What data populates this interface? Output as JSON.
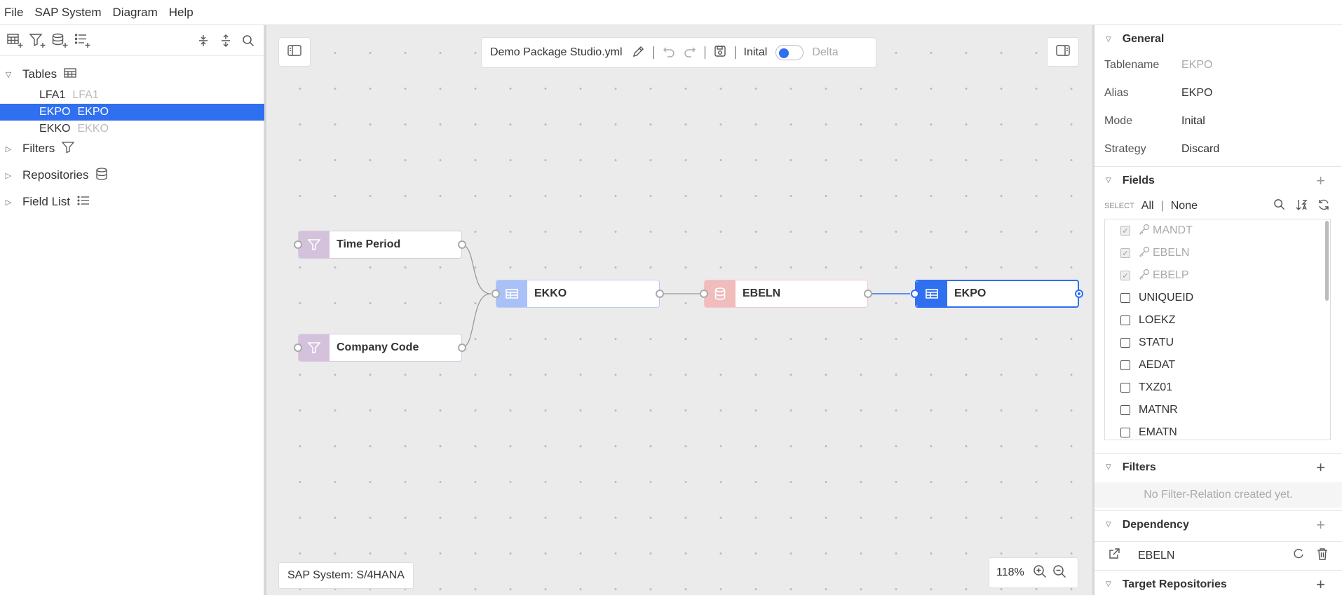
{
  "menu": [
    "File",
    "SAP System",
    "Diagram",
    "Help"
  ],
  "tree": {
    "tables_label": "Tables",
    "tables": [
      {
        "name": "LFA1",
        "alias": "LFA1",
        "selected": false
      },
      {
        "name": "EKPO",
        "alias": "EKPO",
        "selected": true
      },
      {
        "name": "EKKO",
        "alias": "EKKO",
        "selected": false
      }
    ],
    "filters_label": "Filters",
    "repositories_label": "Repositories",
    "field_list_label": "Field List"
  },
  "toolbar": {
    "filename": "Demo Package Studio.yml",
    "mode_initial": "Inital",
    "mode_delta": "Delta"
  },
  "nodes": {
    "time_period": "Time Period",
    "company_code": "Company Code",
    "ekko": "EKKO",
    "ebeln": "EBELN",
    "ekpo": "EKPO"
  },
  "status": {
    "sap_system": "SAP System: S/4HANA",
    "zoom": "118%"
  },
  "properties": {
    "general_label": "General",
    "rows": [
      {
        "key": "Tablename",
        "value": "EKPO"
      },
      {
        "key": "Alias",
        "value": "EKPO"
      },
      {
        "key": "Mode",
        "value": "Inital"
      },
      {
        "key": "Strategy",
        "value": "Discard"
      }
    ],
    "fields_label": "Fields",
    "select_label": "SELECT",
    "select_all": "All",
    "select_sep": "|",
    "select_none": "None",
    "fields": [
      {
        "name": "MANDT",
        "key": true,
        "checked": true
      },
      {
        "name": "EBELN",
        "key": true,
        "checked": true
      },
      {
        "name": "EBELP",
        "key": true,
        "checked": true
      },
      {
        "name": "UNIQUEID",
        "key": false,
        "checked": false
      },
      {
        "name": "LOEKZ",
        "key": false,
        "checked": false
      },
      {
        "name": "STATU",
        "key": false,
        "checked": false
      },
      {
        "name": "AEDAT",
        "key": false,
        "checked": false
      },
      {
        "name": "TXZ01",
        "key": false,
        "checked": false
      },
      {
        "name": "MATNR",
        "key": false,
        "checked": false
      },
      {
        "name": "EMATN",
        "key": false,
        "checked": false
      }
    ],
    "filters_label": "Filters",
    "no_filter_text": "No Filter-Relation created yet.",
    "dependency_label": "Dependency",
    "dependency_item": "EBELN",
    "target_label": "Target Repositories"
  }
}
